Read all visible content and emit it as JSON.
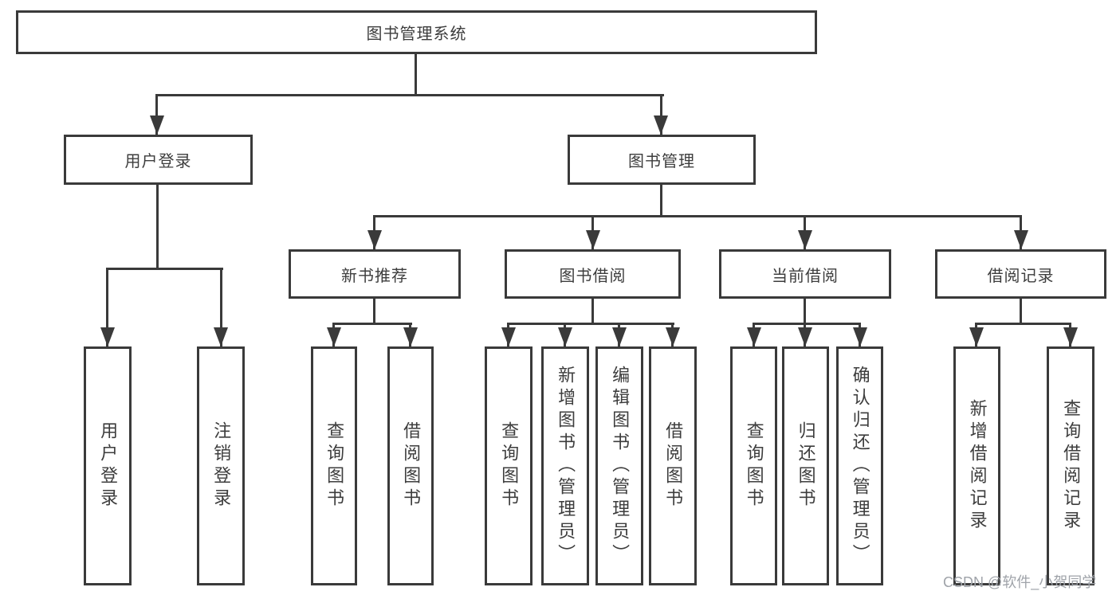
{
  "diagram": {
    "root": {
      "label": "图书管理系统"
    },
    "branches": [
      {
        "label": "用户登录",
        "children": [
          {
            "label": "用户登录"
          },
          {
            "label": "注销登录"
          }
        ]
      },
      {
        "label": "图书管理",
        "children": [
          {
            "label": "新书推荐",
            "children": [
              {
                "label": "查询图书"
              },
              {
                "label": "借阅图书"
              }
            ]
          },
          {
            "label": "图书借阅",
            "children": [
              {
                "label": "查询图书"
              },
              {
                "label": "新增图书（管理员）"
              },
              {
                "label": "编辑图书（管理员）"
              },
              {
                "label": "借阅图书"
              }
            ]
          },
          {
            "label": "当前借阅",
            "children": [
              {
                "label": "查询图书"
              },
              {
                "label": "归还图书"
              },
              {
                "label": "确认归还（管理员）"
              }
            ]
          },
          {
            "label": "借阅记录",
            "children": [
              {
                "label": "新增借阅记录"
              },
              {
                "label": "查询借阅记录"
              }
            ]
          }
        ]
      }
    ]
  },
  "watermark": {
    "text": "CSDN @软件_小贺同学"
  },
  "colors": {
    "line": "#3a3a3a",
    "text": "#3d3d3d",
    "watermark": "#9fa3a9",
    "background": "#ffffff"
  }
}
